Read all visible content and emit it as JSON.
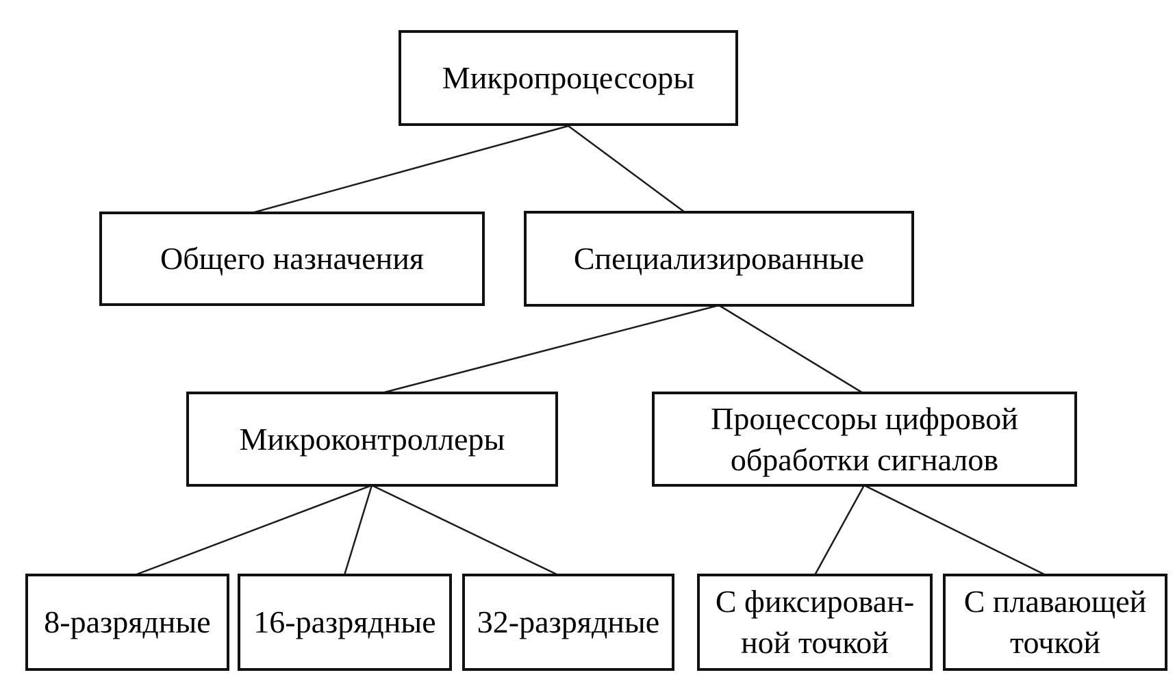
{
  "diagram": {
    "background_color": "#ffffff",
    "box_border_color": "#111111",
    "line_color": "#1c1c1c",
    "text_color": "#000000",
    "nodes": {
      "root": {
        "label": "Микропроцессоры"
      },
      "general": {
        "label": "Общего назначения"
      },
      "special": {
        "label": "Специализированные"
      },
      "mcu": {
        "label": "Микроконтроллеры"
      },
      "dsp": {
        "label": "Процессоры цифровой\nобработки сигналов"
      },
      "bit8": {
        "label": "8-разрядные"
      },
      "bit16": {
        "label": "16-разрядные"
      },
      "bit32": {
        "label": "32-разрядные"
      },
      "fixed": {
        "label": "С фиксирован-\nной точкой"
      },
      "floating": {
        "label": "С плавающей\nточкой"
      }
    },
    "edges": [
      {
        "from": "root",
        "to": "general"
      },
      {
        "from": "root",
        "to": "special"
      },
      {
        "from": "special",
        "to": "mcu"
      },
      {
        "from": "special",
        "to": "dsp"
      },
      {
        "from": "mcu",
        "to": "bit8"
      },
      {
        "from": "mcu",
        "to": "bit16"
      },
      {
        "from": "mcu",
        "to": "bit32"
      },
      {
        "from": "dsp",
        "to": "fixed"
      },
      {
        "from": "dsp",
        "to": "floating"
      }
    ]
  }
}
